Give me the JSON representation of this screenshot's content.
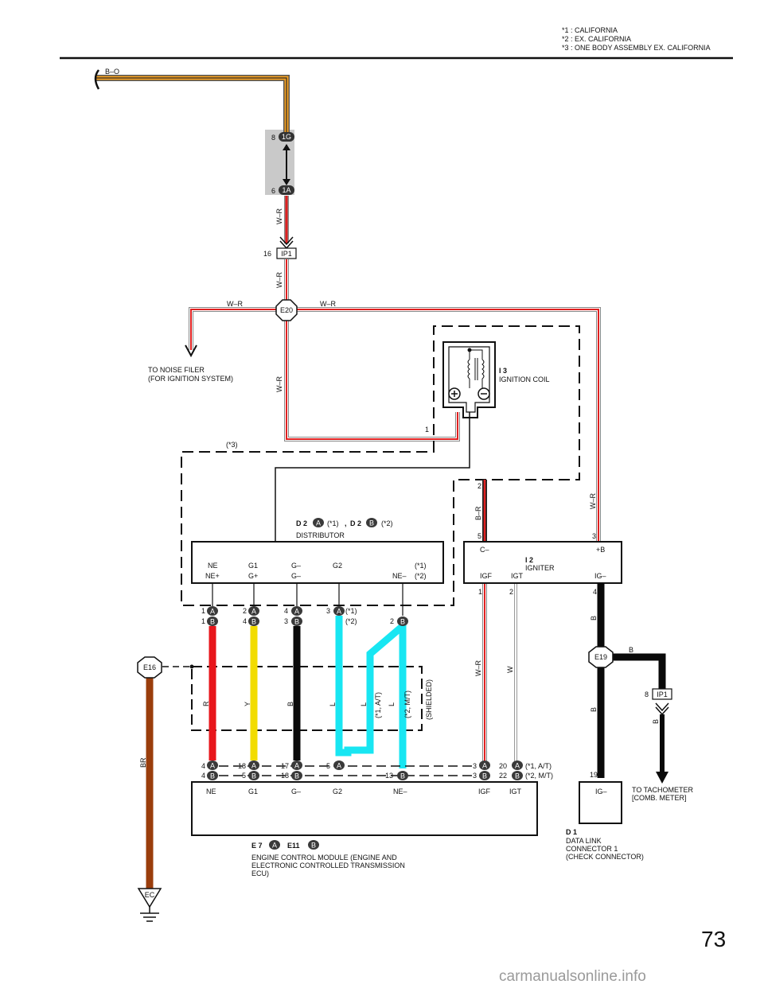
{
  "notes": [
    "*1  : CALIFORNIA",
    "*2  : EX.  CALIFORNIA",
    "*3  : ONE BODY ASSEMBLY EX.  CALIFORNIA"
  ],
  "page_number": "73",
  "watermark": "carmanualsonline.info",
  "wires": {
    "bo": "B–O",
    "wr": "W–R",
    "br_red": "B–R",
    "w": "W",
    "r": "R",
    "y": "Y",
    "b": "B",
    "l": "L",
    "brown": "BR",
    "l_at": "(*1,  A/T)",
    "l_mt": "(*2,  M/T)",
    "shielded": "(SHIELDED)"
  },
  "connectors": {
    "c1g": "1G",
    "c1g_pin": "8",
    "c1a": "1A",
    "c1a_pin": "6",
    "ip1": "IP1",
    "ip1_pin": "16",
    "ip1b_pin": "8",
    "e20": "E20",
    "e16": "E16",
    "e19": "E19",
    "ec": "EC"
  },
  "noise_filter": [
    "TO NOISE FILER",
    "(FOR IGNITION SYSTEM)"
  ],
  "coil": {
    "code": "I 3",
    "name": "IGNITION COIL",
    "pin": "1"
  },
  "star3": "(*3)",
  "distributor": {
    "code_a": "D 2",
    "cond_a": "(*1)",
    "sep": ",",
    "code_b": "D 2",
    "cond_b": "(*2)",
    "name": "DISTRIBUTOR",
    "row1": [
      "NE",
      "G1",
      "G–",
      "G2",
      "(*1)"
    ],
    "row2": [
      "NE+",
      "G+",
      "G–",
      "NE–",
      "(*2)"
    ]
  },
  "igniter": {
    "code": "I 2",
    "name": "IGNITER",
    "top": [
      "C–",
      "+B"
    ],
    "bottom": [
      "IGF",
      "IGT",
      "IG–"
    ],
    "pins_top": [
      "2",
      "5",
      "3"
    ],
    "pins_bottom": [
      "1",
      "2",
      "4"
    ]
  },
  "dist_pins": {
    "a": [
      "1",
      "2",
      "4",
      "3"
    ],
    "b": [
      "1",
      "4",
      "3",
      "2"
    ],
    "cond1": "(*1)",
    "cond2": "(*2)"
  },
  "ecm_pins": {
    "a": [
      "4",
      "18",
      "17",
      "5",
      "3",
      "20"
    ],
    "b": [
      "4",
      "5",
      "18",
      "13",
      "3",
      "22"
    ],
    "cond_at": "(*1,  A/T)",
    "cond_mt": "(*2,  M/T)"
  },
  "ecm": {
    "terminals": [
      "NE",
      "G1",
      "G–",
      "G2",
      "NE–",
      "IGF",
      "IGT"
    ],
    "code_a": "E 7",
    "code_b": "E11",
    "name": [
      "ENGINE CONTROL MODULE (ENGINE AND",
      "ELECTRONIC CONTROLLED TRANSMISSION",
      "ECU)"
    ]
  },
  "dlc": {
    "terminal": "IG–",
    "pin": "19",
    "code": "D 1",
    "name": [
      "DATA LINK",
      "CONNECTOR 1",
      "(CHECK CONNECTOR)"
    ]
  },
  "tacho": [
    "TO TACHOMETER",
    "[COMB.  METER]"
  ],
  "badges": {
    "a": "A",
    "b": "B"
  }
}
